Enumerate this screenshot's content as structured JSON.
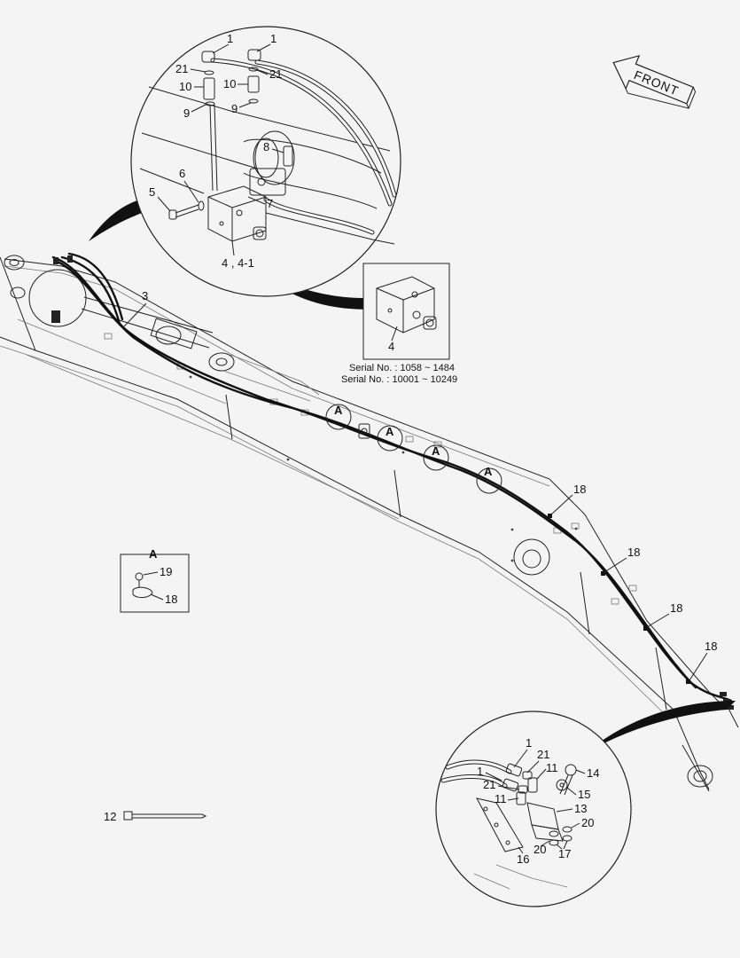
{
  "front_label": "FRONT",
  "serial": {
    "line1": "Serial No. : 1058 ~ 1484",
    "line2": "Serial No. : 10001 ~ 10249",
    "part": "4"
  },
  "detail_a": {
    "title": "A",
    "c19": "19",
    "c18": "18"
  },
  "markers": [
    "A",
    "A",
    "A",
    "A"
  ],
  "top_detail": {
    "c1a": "1",
    "c1b": "1",
    "c21a": "21",
    "c21b": "21",
    "c10a": "10",
    "c10b": "10",
    "c9a": "9",
    "c9b": "9",
    "c8": "8",
    "c7": "7",
    "c6": "6",
    "c5": "5",
    "c4": "4 , 4-1"
  },
  "boom": {
    "c3": "3",
    "c18a": "18",
    "c18b": "18",
    "c18c": "18",
    "c18d": "18"
  },
  "bottom_detail": {
    "c1a": "1",
    "c1b": "1",
    "c21a": "21",
    "c21b": "21",
    "c11a": "11",
    "c11b": "11",
    "c14": "14",
    "c15": "15",
    "c13": "13",
    "c20a": "20",
    "c20b": "20",
    "c16": "16",
    "c17": "17"
  },
  "tie": {
    "c12": "12"
  }
}
